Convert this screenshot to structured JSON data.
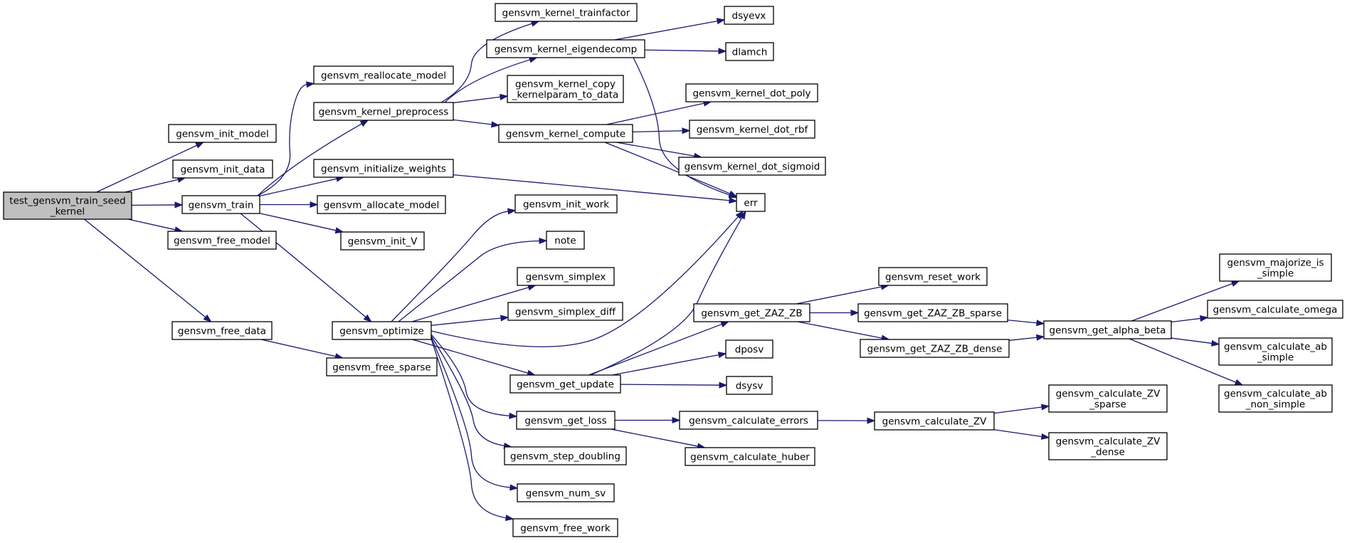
{
  "nodes": [
    {
      "id": "root",
      "lines": [
        "test_gensvm_train_seed",
        "_kernel"
      ],
      "root": true
    },
    {
      "id": "init_model",
      "lines": [
        "gensvm_init_model"
      ]
    },
    {
      "id": "init_data",
      "lines": [
        "gensvm_init_data"
      ]
    },
    {
      "id": "train",
      "lines": [
        "gensvm_train"
      ]
    },
    {
      "id": "free_model",
      "lines": [
        "gensvm_free_model"
      ]
    },
    {
      "id": "free_data",
      "lines": [
        "gensvm_free_data"
      ]
    },
    {
      "id": "reallocate_model",
      "lines": [
        "gensvm_reallocate_model"
      ]
    },
    {
      "id": "kernel_preprocess",
      "lines": [
        "gensvm_kernel_preprocess"
      ]
    },
    {
      "id": "initialize_weights",
      "lines": [
        "gensvm_initialize_weights"
      ]
    },
    {
      "id": "allocate_model",
      "lines": [
        "gensvm_allocate_model"
      ]
    },
    {
      "id": "init_V",
      "lines": [
        "gensvm_init_V"
      ]
    },
    {
      "id": "optimize",
      "lines": [
        "gensvm_optimize"
      ]
    },
    {
      "id": "free_sparse",
      "lines": [
        "gensvm_free_sparse"
      ]
    },
    {
      "id": "kernel_trainfactor",
      "lines": [
        "gensvm_kernel_trainfactor"
      ]
    },
    {
      "id": "kernel_eigendecomp",
      "lines": [
        "gensvm_kernel_eigendecomp"
      ]
    },
    {
      "id": "kernel_copy",
      "lines": [
        "gensvm_kernel_copy",
        "_kernelparam_to_data"
      ]
    },
    {
      "id": "kernel_compute",
      "lines": [
        "gensvm_kernel_compute"
      ]
    },
    {
      "id": "dsyevx",
      "lines": [
        "dsyevx"
      ]
    },
    {
      "id": "dlamch",
      "lines": [
        "dlamch"
      ]
    },
    {
      "id": "dot_poly",
      "lines": [
        "gensvm_kernel_dot_poly"
      ]
    },
    {
      "id": "dot_rbf",
      "lines": [
        "gensvm_kernel_dot_rbf"
      ]
    },
    {
      "id": "dot_sigmoid",
      "lines": [
        "gensvm_kernel_dot_sigmoid"
      ]
    },
    {
      "id": "err",
      "lines": [
        "err"
      ]
    },
    {
      "id": "init_work",
      "lines": [
        "gensvm_init_work"
      ]
    },
    {
      "id": "note",
      "lines": [
        "note"
      ]
    },
    {
      "id": "simplex",
      "lines": [
        "gensvm_simplex"
      ]
    },
    {
      "id": "simplex_diff",
      "lines": [
        "gensvm_simplex_diff"
      ]
    },
    {
      "id": "get_update",
      "lines": [
        "gensvm_get_update"
      ]
    },
    {
      "id": "get_loss",
      "lines": [
        "gensvm_get_loss"
      ]
    },
    {
      "id": "step_doubling",
      "lines": [
        "gensvm_step_doubling"
      ]
    },
    {
      "id": "num_sv",
      "lines": [
        "gensvm_num_sv"
      ]
    },
    {
      "id": "free_work",
      "lines": [
        "gensvm_free_work"
      ]
    },
    {
      "id": "get_ZAZ_ZB",
      "lines": [
        "gensvm_get_ZAZ_ZB"
      ]
    },
    {
      "id": "dposv",
      "lines": [
        "dposv"
      ]
    },
    {
      "id": "dsysv",
      "lines": [
        "dsysv"
      ]
    },
    {
      "id": "calc_errors",
      "lines": [
        "gensvm_calculate_errors"
      ]
    },
    {
      "id": "calc_huber",
      "lines": [
        "gensvm_calculate_huber"
      ]
    },
    {
      "id": "reset_work",
      "lines": [
        "gensvm_reset_work"
      ]
    },
    {
      "id": "ZAZ_sparse",
      "lines": [
        "gensvm_get_ZAZ_ZB_sparse"
      ]
    },
    {
      "id": "ZAZ_dense",
      "lines": [
        "gensvm_get_ZAZ_ZB_dense"
      ]
    },
    {
      "id": "calc_ZV",
      "lines": [
        "gensvm_calculate_ZV"
      ]
    },
    {
      "id": "alpha_beta",
      "lines": [
        "gensvm_get_alpha_beta"
      ]
    },
    {
      "id": "ZV_sparse",
      "lines": [
        "gensvm_calculate_ZV",
        "_sparse"
      ]
    },
    {
      "id": "ZV_dense",
      "lines": [
        "gensvm_calculate_ZV",
        "_dense"
      ]
    },
    {
      "id": "majorize",
      "lines": [
        "gensvm_majorize_is",
        "_simple"
      ]
    },
    {
      "id": "omega",
      "lines": [
        "gensvm_calculate_omega"
      ]
    },
    {
      "id": "ab_simple",
      "lines": [
        "gensvm_calculate_ab",
        "_simple"
      ]
    },
    {
      "id": "ab_non_simple",
      "lines": [
        "gensvm_calculate_ab",
        "_non_simple"
      ]
    }
  ],
  "edges": [
    [
      "root",
      "init_model"
    ],
    [
      "root",
      "init_data"
    ],
    [
      "root",
      "train"
    ],
    [
      "root",
      "free_model"
    ],
    [
      "root",
      "free_data"
    ],
    [
      "train",
      "reallocate_model"
    ],
    [
      "train",
      "kernel_preprocess"
    ],
    [
      "train",
      "initialize_weights"
    ],
    [
      "train",
      "allocate_model"
    ],
    [
      "train",
      "init_V"
    ],
    [
      "train",
      "optimize"
    ],
    [
      "free_data",
      "free_sparse"
    ],
    [
      "kernel_preprocess",
      "kernel_trainfactor"
    ],
    [
      "kernel_preprocess",
      "kernel_eigendecomp"
    ],
    [
      "kernel_preprocess",
      "kernel_copy"
    ],
    [
      "kernel_preprocess",
      "kernel_compute"
    ],
    [
      "kernel_eigendecomp",
      "dsyevx"
    ],
    [
      "kernel_eigendecomp",
      "dlamch"
    ],
    [
      "kernel_eigendecomp",
      "err"
    ],
    [
      "kernel_compute",
      "dot_poly"
    ],
    [
      "kernel_compute",
      "dot_rbf"
    ],
    [
      "kernel_compute",
      "dot_sigmoid"
    ],
    [
      "kernel_compute",
      "err"
    ],
    [
      "initialize_weights",
      "err"
    ],
    [
      "optimize",
      "init_work"
    ],
    [
      "optimize",
      "note"
    ],
    [
      "optimize",
      "simplex"
    ],
    [
      "optimize",
      "simplex_diff"
    ],
    [
      "optimize",
      "err"
    ],
    [
      "optimize",
      "get_update"
    ],
    [
      "optimize",
      "get_loss"
    ],
    [
      "optimize",
      "step_doubling"
    ],
    [
      "optimize",
      "num_sv"
    ],
    [
      "optimize",
      "free_work"
    ],
    [
      "get_update",
      "err"
    ],
    [
      "get_update",
      "get_ZAZ_ZB"
    ],
    [
      "get_update",
      "dposv"
    ],
    [
      "get_update",
      "dsysv"
    ],
    [
      "get_loss",
      "calc_errors"
    ],
    [
      "get_loss",
      "calc_huber"
    ],
    [
      "get_ZAZ_ZB",
      "reset_work"
    ],
    [
      "get_ZAZ_ZB",
      "ZAZ_sparse"
    ],
    [
      "get_ZAZ_ZB",
      "ZAZ_dense"
    ],
    [
      "ZAZ_sparse",
      "alpha_beta"
    ],
    [
      "ZAZ_dense",
      "alpha_beta"
    ],
    [
      "calc_errors",
      "calc_ZV"
    ],
    [
      "calc_ZV",
      "ZV_sparse"
    ],
    [
      "calc_ZV",
      "ZV_dense"
    ],
    [
      "alpha_beta",
      "majorize"
    ],
    [
      "alpha_beta",
      "omega"
    ],
    [
      "alpha_beta",
      "ab_simple"
    ],
    [
      "alpha_beta",
      "ab_non_simple"
    ]
  ],
  "colors": {
    "edge": "#191970",
    "root_fill": "#bfbfbf",
    "node_fill": "#ffffff",
    "border": "#000000"
  }
}
